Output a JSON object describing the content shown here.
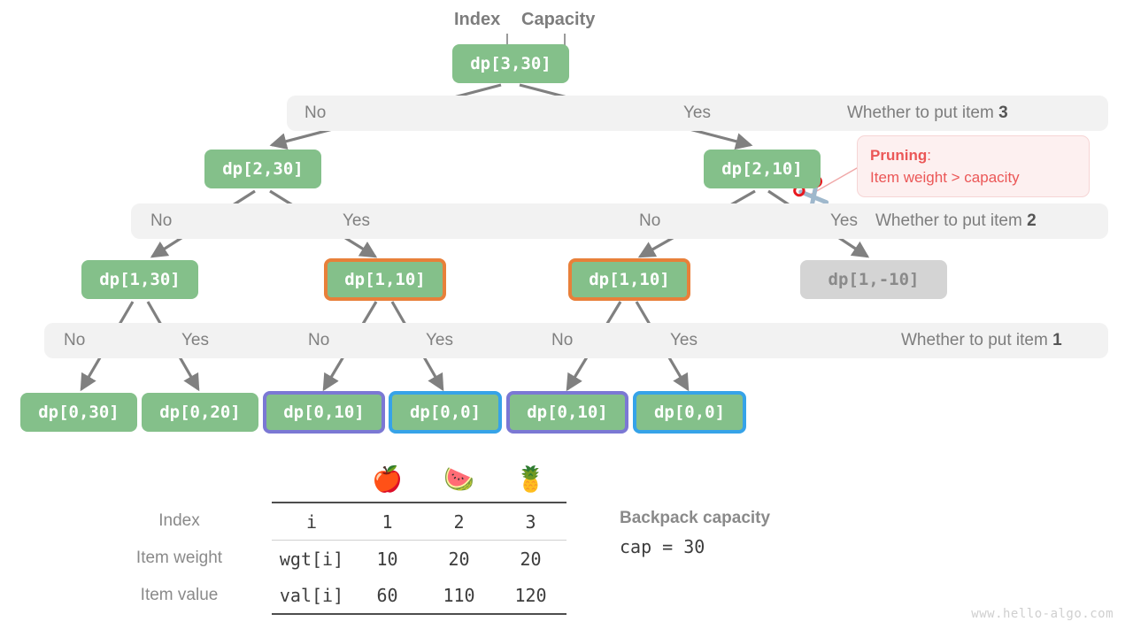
{
  "annotations": {
    "index_label": "Index",
    "capacity_label": "Capacity"
  },
  "tree": {
    "levels": [
      {
        "bar": {
          "no_label": "No",
          "yes_label": "Yes",
          "right_label_prefix": "Whether to put item ",
          "right_label_item": "3"
        },
        "nodes": [
          {
            "text": "dp[3,30]",
            "style": "green"
          }
        ]
      },
      {
        "bar": {
          "no_label_left": "No",
          "yes_label_left": "Yes",
          "no_label_right": "No",
          "yes_label_right": "Yes",
          "right_label_prefix": "Whether to put item ",
          "right_label_item": "2"
        },
        "nodes": [
          {
            "text": "dp[2,30]",
            "style": "green"
          },
          {
            "text": "dp[2,10]",
            "style": "green"
          }
        ]
      },
      {
        "bar": {
          "right_label_prefix": "Whether to put item ",
          "right_label_item": "1",
          "labels": [
            "No",
            "Yes",
            "No",
            "Yes",
            "No",
            "Yes"
          ]
        },
        "nodes": [
          {
            "text": "dp[1,30]",
            "style": "green"
          },
          {
            "text": "dp[1,10]",
            "style": "green-orange-border"
          },
          {
            "text": "dp[1,10]",
            "style": "green-orange-border"
          },
          {
            "text": "dp[1,-10]",
            "style": "grey"
          }
        ]
      },
      {
        "nodes": [
          {
            "text": "dp[0,30]",
            "style": "green"
          },
          {
            "text": "dp[0,20]",
            "style": "green"
          },
          {
            "text": "dp[0,10]",
            "style": "green-purple-border"
          },
          {
            "text": "dp[0,0]",
            "style": "green-blue-border"
          },
          {
            "text": "dp[0,10]",
            "style": "green-purple-border"
          },
          {
            "text": "dp[0,0]",
            "style": "green-blue-border"
          }
        ]
      }
    ]
  },
  "pruning_callout": {
    "title": "Pruning",
    "colon": ":",
    "body": "Item weight > capacity",
    "icon": "scissors-icon"
  },
  "table": {
    "fruit_icons": [
      "apple-icon",
      "watermelon-icon",
      "pineapple-icon"
    ],
    "fruit_glyphs": [
      "🍎",
      "🍉",
      "🍍"
    ],
    "row_labels": [
      "Index",
      "Item weight",
      "Item value"
    ],
    "key_column": [
      "i",
      "wgt[i]",
      "val[i]"
    ],
    "rows": [
      [
        "1",
        "2",
        "3"
      ],
      [
        "10",
        "20",
        "20"
      ],
      [
        "60",
        "110",
        "120"
      ]
    ]
  },
  "capacity": {
    "title": "Backpack capacity",
    "value": "cap = 30"
  },
  "watermark": "www.hello-algo.com",
  "colors": {
    "node_green": "#84c08a",
    "node_grey": "#d4d4d4",
    "border_orange": "#e8803a",
    "border_purple": "#7b78d4",
    "border_blue": "#36a3e8",
    "bar_grey": "#f2f2f2",
    "pruning_red": "#eb5757",
    "arrow_grey": "#808080"
  }
}
